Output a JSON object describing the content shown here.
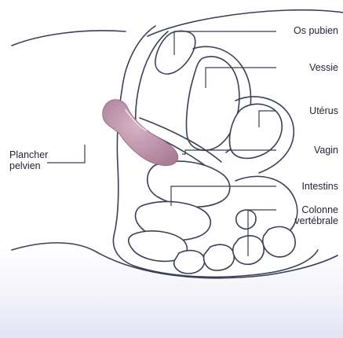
{
  "labels": {
    "os_pubien": "Os pubien",
    "vessie": "Vessie",
    "uterus": "Utérus",
    "vagin": "Vagin",
    "intestins": "Intestins",
    "colonne_line1": "Colonne",
    "colonne_line2": "vertébrale",
    "plancher_line1": "Plancher",
    "plancher_line2": "pelvien"
  },
  "colors": {
    "outline": "#3a3f55",
    "organ_fill": "#ffffff",
    "body_gradient_top": "#ffffff",
    "body_gradient_bottom": "#e4e6f4",
    "highlight": "#b98aa3"
  }
}
